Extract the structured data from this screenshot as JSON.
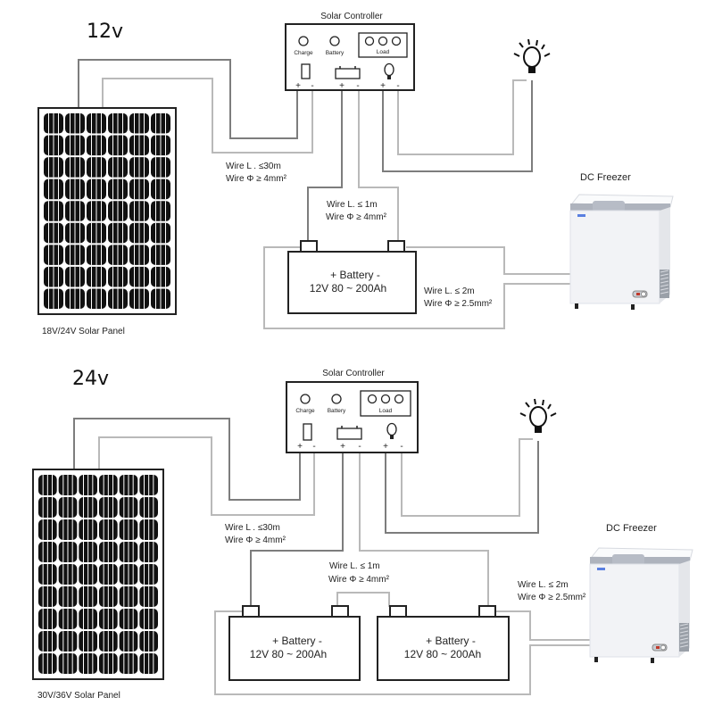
{
  "diagrams": [
    {
      "voltage_label": "12v",
      "controller": {
        "title": "Solar Controller",
        "indicators": [
          "Charge",
          "Battery",
          "Load"
        ],
        "terminal_signs": [
          "+",
          "-",
          "+",
          "-",
          "+",
          "-"
        ]
      },
      "panel_label": "18V/24V Solar Panel",
      "panel_wire": {
        "length": "Wire L . ≤30m",
        "diameter": "Wire Φ  ≥ 4mm²"
      },
      "battery_wire": {
        "length": "Wire L.  ≤ 1m",
        "diameter": "Wire Φ  ≥ 4mm²"
      },
      "load_wire": {
        "length": "Wire L.  ≤ 2m",
        "diameter": "Wire Φ  ≥ 2.5mm²"
      },
      "batteries": [
        {
          "label": "+  Battery  -",
          "spec": "12V 80 ~ 200Ah"
        }
      ],
      "freezer_label": "DC Freezer"
    },
    {
      "voltage_label": "24v",
      "controller": {
        "title": "Solar Controller",
        "indicators": [
          "Charge",
          "Battery",
          "Load"
        ],
        "terminal_signs": [
          "+",
          "-",
          "+",
          "-",
          "+",
          "-"
        ]
      },
      "panel_label": "30V/36V Solar Panel",
      "panel_wire": {
        "length": "Wire L . ≤30m",
        "diameter": "Wire Φ  ≥ 4mm²"
      },
      "battery_wire": {
        "length": "Wire L.  ≤ 1m",
        "diameter": "Wire Φ  ≥ 4mm²"
      },
      "load_wire": {
        "length": "Wire L.  ≤ 2m",
        "diameter": "Wire Φ  ≥ 2.5mm²"
      },
      "batteries": [
        {
          "label": "+  Battery  -",
          "spec": "12V 80 ~ 200Ah"
        },
        {
          "label": "+  Battery  -",
          "spec": "12V 80 ~ 200Ah"
        }
      ],
      "freezer_label": "DC Freezer"
    }
  ],
  "colors": {
    "wire_dark": "#7d7d7d",
    "wire_light": "#b9b9b9",
    "panel_cell": "#111111",
    "freezer_body": "#f2f3f6",
    "freezer_trim": "#aeb3bd"
  }
}
